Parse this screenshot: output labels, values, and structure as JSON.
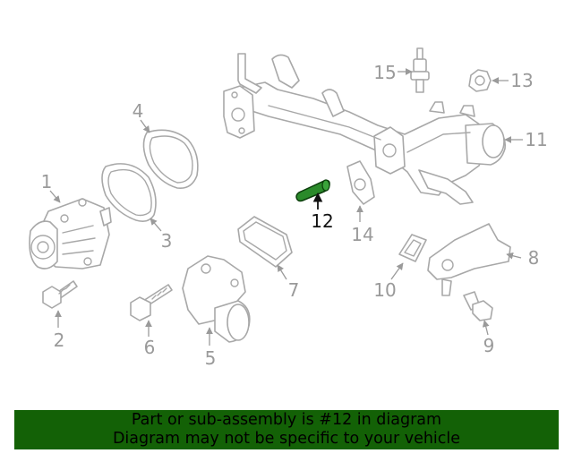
{
  "diagram": {
    "highlighted_part": "12",
    "highlight_color": "#2a8a2a",
    "callouts": [
      "1",
      "2",
      "3",
      "4",
      "5",
      "6",
      "7",
      "8",
      "9",
      "10",
      "11",
      "12",
      "13",
      "14",
      "15"
    ]
  },
  "banner": {
    "line1": "Part or sub-assembly is #12 in diagram",
    "line2": "Diagram may not be specific to your vehicle",
    "background": "#136106"
  }
}
